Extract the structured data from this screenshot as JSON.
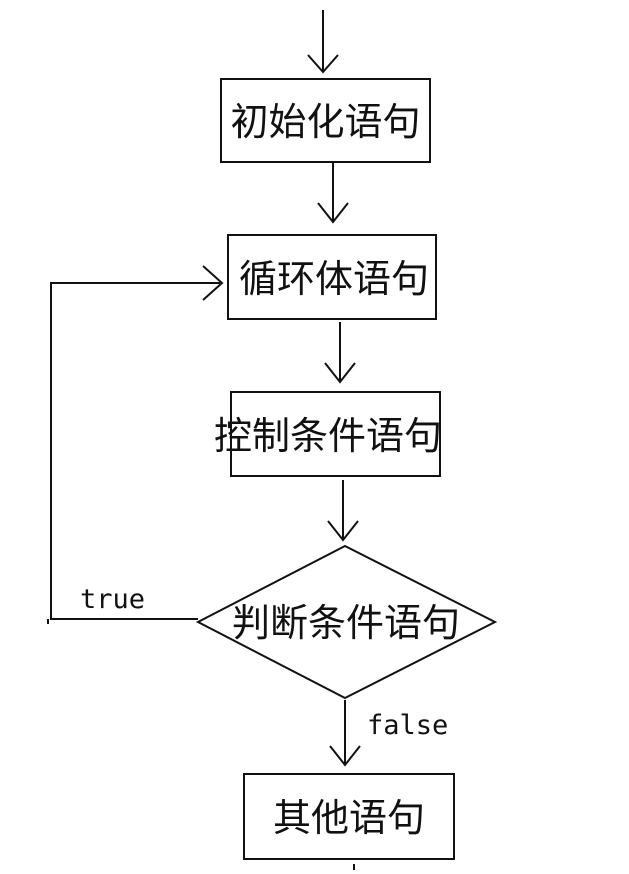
{
  "flowchart": {
    "nodes": {
      "init": "初始化语句",
      "body": "循环体语句",
      "control": "控制条件语句",
      "condition": "判断条件语句",
      "other": "其他语句"
    },
    "edges": {
      "true_label": "true",
      "false_label": "false"
    }
  }
}
